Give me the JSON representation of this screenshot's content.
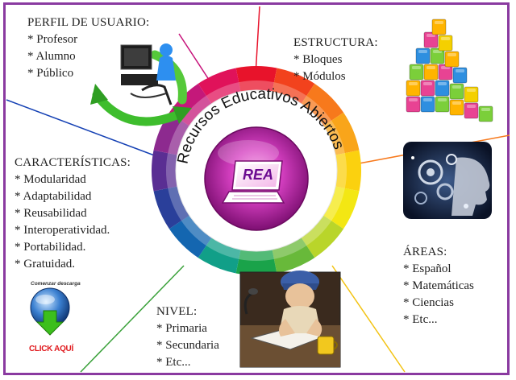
{
  "center": {
    "title": "Recursos Educativos Abiertos",
    "badge": "REA"
  },
  "sections": {
    "perfil": {
      "header": "PERFIL DE USUARIO:",
      "items": [
        "Profesor",
        "Alumno",
        "Público"
      ]
    },
    "estructura": {
      "header": "ESTRUCTURA:",
      "items": [
        "Bloques",
        "Módulos"
      ]
    },
    "caracteristicas": {
      "header": "CARACTERÍSTICAS:",
      "items": [
        "Modularidad",
        "Adaptabilidad",
        "Reusabilidad",
        "Interoperatividad.",
        "Portabilidad.",
        "Gratuidad."
      ]
    },
    "areas": {
      "header": "ÁREAS:",
      "items": [
        "Español",
        "Matemáticas",
        "Ciencias",
        "Etc..."
      ]
    },
    "nivel": {
      "header": "NIVEL:",
      "items": [
        "Primaria",
        "Secundaria",
        "Etc..."
      ]
    }
  },
  "download": {
    "caption": "Comenzar descarga",
    "button": "CLICK AQUÍ"
  },
  "colors": {
    "frame": "#8a3aa0",
    "wheel": [
      "#e8132b",
      "#f2421d",
      "#f7791c",
      "#f9a51a",
      "#fbd10f",
      "#f3e713",
      "#b9d52a",
      "#68b93a",
      "#1aa34a",
      "#119f88",
      "#1466b0",
      "#2a3f9a",
      "#5a2e93",
      "#8d2a8f",
      "#c4187a",
      "#e0125a"
    ],
    "spokes": {
      "top-left": "#c6127a",
      "top": "#e8132b",
      "right": "#f7791c",
      "bottom-right": "#f3c313",
      "bottom-left": "#3aa13a",
      "left": "#1440b4"
    },
    "center_magenta": "#c81fa6"
  }
}
